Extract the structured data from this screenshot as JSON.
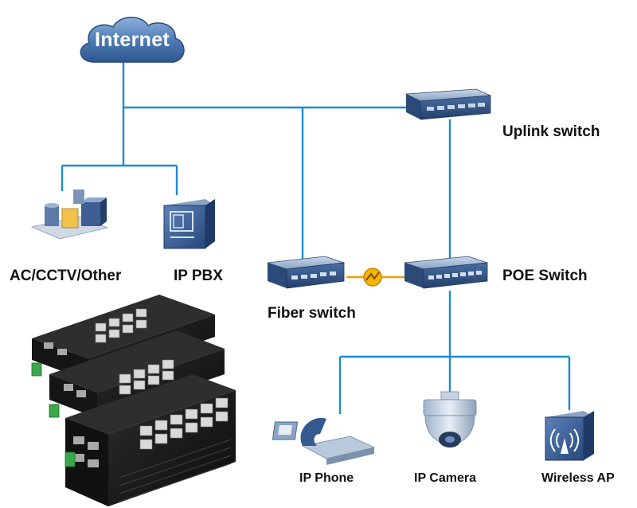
{
  "diagram": {
    "internet_label": "Internet",
    "nodes": {
      "uplink_switch": "Uplink switch",
      "ac_cctv_other": "AC/CCTV/Other",
      "ip_pbx": "IP PBX",
      "fiber_switch": "Fiber switch",
      "poe_switch": "POE Switch",
      "ip_phone": "IP Phone",
      "ip_camera": "IP Camera",
      "wireless_ap": "Wireless AP"
    }
  },
  "colors": {
    "link_line": "#1d8ad6",
    "fiber_link": "#f0a000",
    "switch_body": "#3a5f92",
    "cloud": "#4f7db6"
  },
  "icons": [
    "internet-cloud-icon",
    "switch-icon",
    "server-rack-icon",
    "ip-pbx-icon",
    "fiber-link-icon",
    "ip-phone-icon",
    "ip-camera-icon",
    "wireless-ap-icon",
    "industrial-switch-stack-image"
  ]
}
